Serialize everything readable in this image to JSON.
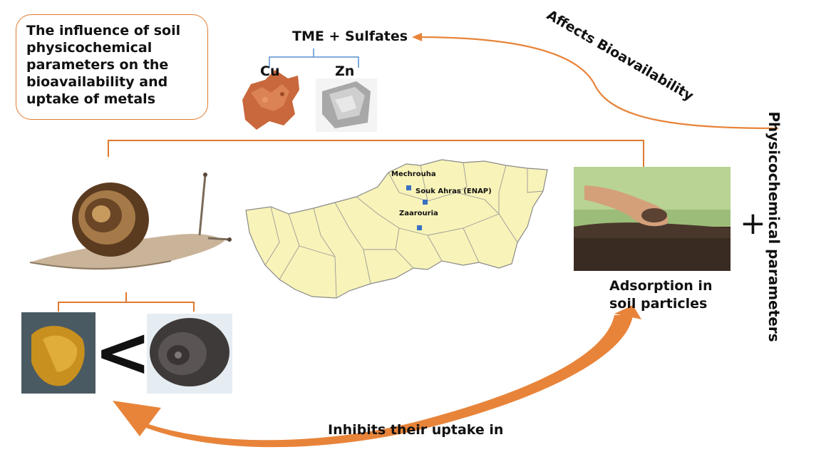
{
  "title": {
    "line1": "The influence of soil",
    "line2": "physicochemical",
    "line3": "parameters on the",
    "line4": "bioavailability and",
    "line5": "uptake of metals"
  },
  "tme_label": "TME + Sulfates",
  "metals": {
    "cu": "Cu",
    "zn": "Zn"
  },
  "affects_label": "Affects Bioavailability",
  "physico_label": "Physicochemical parameters",
  "plus_symbol": "+",
  "adsorption": {
    "line1": "Adsorption in",
    "line2": "soil particles"
  },
  "less_than_symbol": "<",
  "inhibits_label": "Inhibits their uptake in",
  "map_sites": {
    "site1": "Mechrouha",
    "site2": "Souk Ahras (ENAP)",
    "site3": "Zaarouria"
  },
  "colors": {
    "accent_orange": "#e07a2e",
    "arrow_orange": "#e8843a",
    "map_fill": "#f8f3b8",
    "map_border": "#8a8a8a",
    "site_marker": "#3a6fc4"
  }
}
